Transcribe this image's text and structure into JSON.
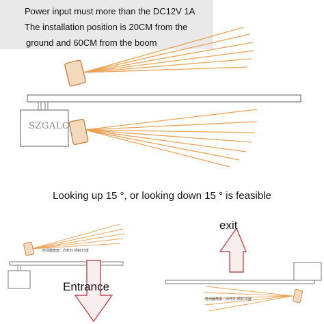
{
  "notes": {
    "line1": "Power input must more than the DC12V 1A",
    "line2": "The installation position is 20CM from the",
    "line3": "ground and 60CM from the boom"
  },
  "brand": "SZGALO",
  "feasible_text": "Looking up 15 °, or looking down 15 ° is feasible",
  "labels": {
    "entrance": "Entrance",
    "exit": "exit",
    "detection_left": "检测器角度：向杆外 倾斜15度",
    "detection_right": "检测器角度：向杆外 倾斜15度"
  },
  "colors": {
    "beam": "#e9a253",
    "beam_dark": "#d9822b",
    "sensor": "#f3d9bd",
    "sensor_edge": "#c9884a",
    "arrow_fill": "#f9eeee",
    "arrow_edge": "#c0494b",
    "note_bg": "#e9e9e9"
  }
}
